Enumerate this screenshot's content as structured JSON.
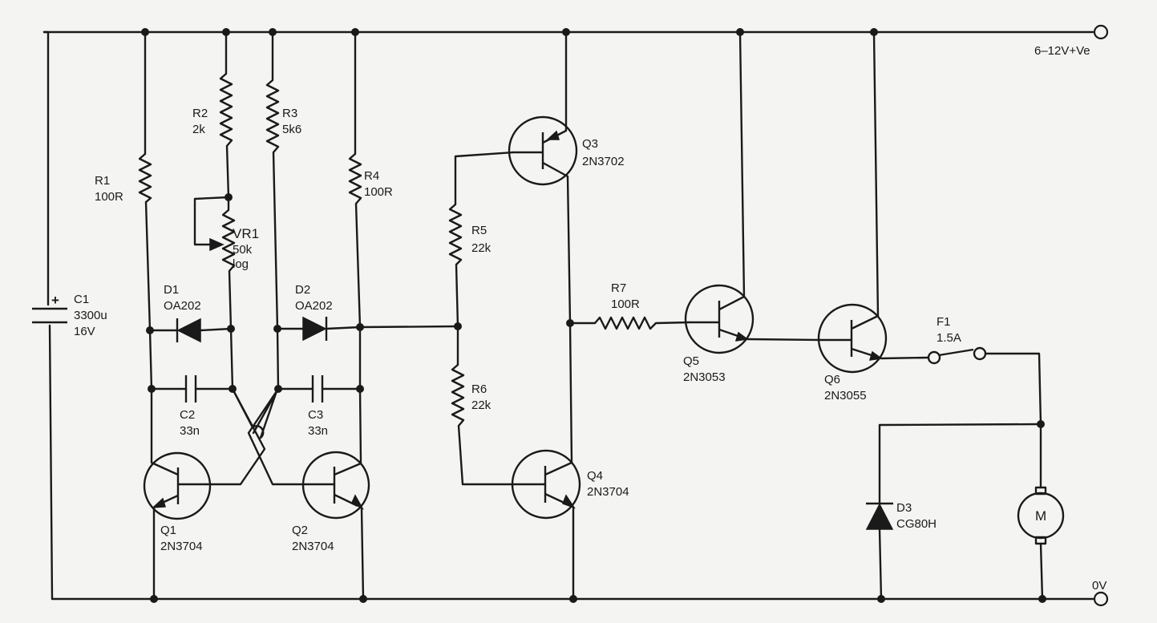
{
  "rails": {
    "positive": "6–12V+Ve",
    "ground": "0V"
  },
  "components": {
    "C1": {
      "ref": "C1",
      "value": "3300u",
      "rating": "16V",
      "polarity": "+"
    },
    "R1": {
      "ref": "R1",
      "value": "100R"
    },
    "R2": {
      "ref": "R2",
      "value": "2k"
    },
    "R3": {
      "ref": "R3",
      "value": "5k6"
    },
    "R4": {
      "ref": "R4",
      "value": "100R"
    },
    "VR1": {
      "ref": "VR1",
      "value": "50k",
      "taper": "log"
    },
    "D1": {
      "ref": "D1",
      "value": "OA202"
    },
    "D2": {
      "ref": "D2",
      "value": "OA202"
    },
    "C2": {
      "ref": "C2",
      "value": "33n"
    },
    "C3": {
      "ref": "C3",
      "value": "33n"
    },
    "Q1": {
      "ref": "Q1",
      "value": "2N3704"
    },
    "Q2": {
      "ref": "Q2",
      "value": "2N3704"
    },
    "R5": {
      "ref": "R5",
      "value": "22k"
    },
    "R6": {
      "ref": "R6",
      "value": "22k"
    },
    "Q3": {
      "ref": "Q3",
      "value": "2N3702"
    },
    "Q4": {
      "ref": "Q4",
      "value": "2N3704"
    },
    "R7": {
      "ref": "R7",
      "value": "100R"
    },
    "Q5": {
      "ref": "Q5",
      "value": "2N3053"
    },
    "Q6": {
      "ref": "Q6",
      "value": "2N3055"
    },
    "F1": {
      "ref": "F1",
      "value": "1.5A"
    },
    "D3": {
      "ref": "D3",
      "value": "CG80H"
    },
    "M": {
      "ref": "M"
    }
  }
}
